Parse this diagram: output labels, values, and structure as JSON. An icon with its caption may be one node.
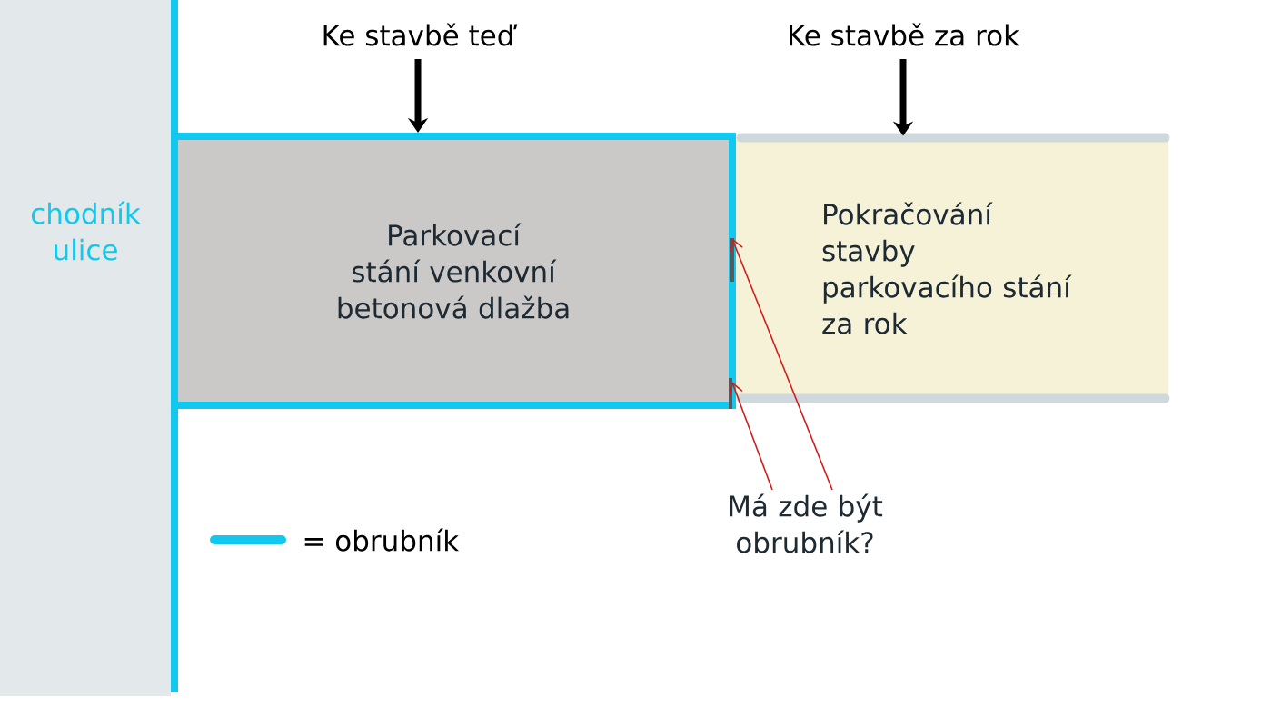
{
  "diagram": {
    "nodes": [
      {
        "text": [
          "chodník ulice"
        ]
      },
      {
        "text": [
          "Parkovací stání venkovní betonová dlažba"
        ]
      },
      {
        "text": [
          "Pokračování stavby parkovacího stání za rok"
        ]
      },
      {
        "text": [
          "Ke stavbě teď"
        ]
      },
      {
        "text": [
          "Ke stavbě za rok"
        ]
      },
      {
        "text": [
          "Má zde být obrubník?"
        ]
      }
    ],
    "edges": [
      {
        "from": 3,
        "to": 1,
        "arrow": "to",
        "style": "thick"
      },
      {
        "from": 4,
        "to": 2,
        "arrow": "to",
        "style": "thick"
      },
      {
        "from": 5,
        "to": 2,
        "arrow": "to",
        "color": "#d41b1b"
      },
      {
        "from": 5,
        "to": 2,
        "arrow": "to",
        "color": "#d41b1b"
      }
    ],
    "legend": [
      {
        "text": "= obrubník"
      }
    ]
  }
}
